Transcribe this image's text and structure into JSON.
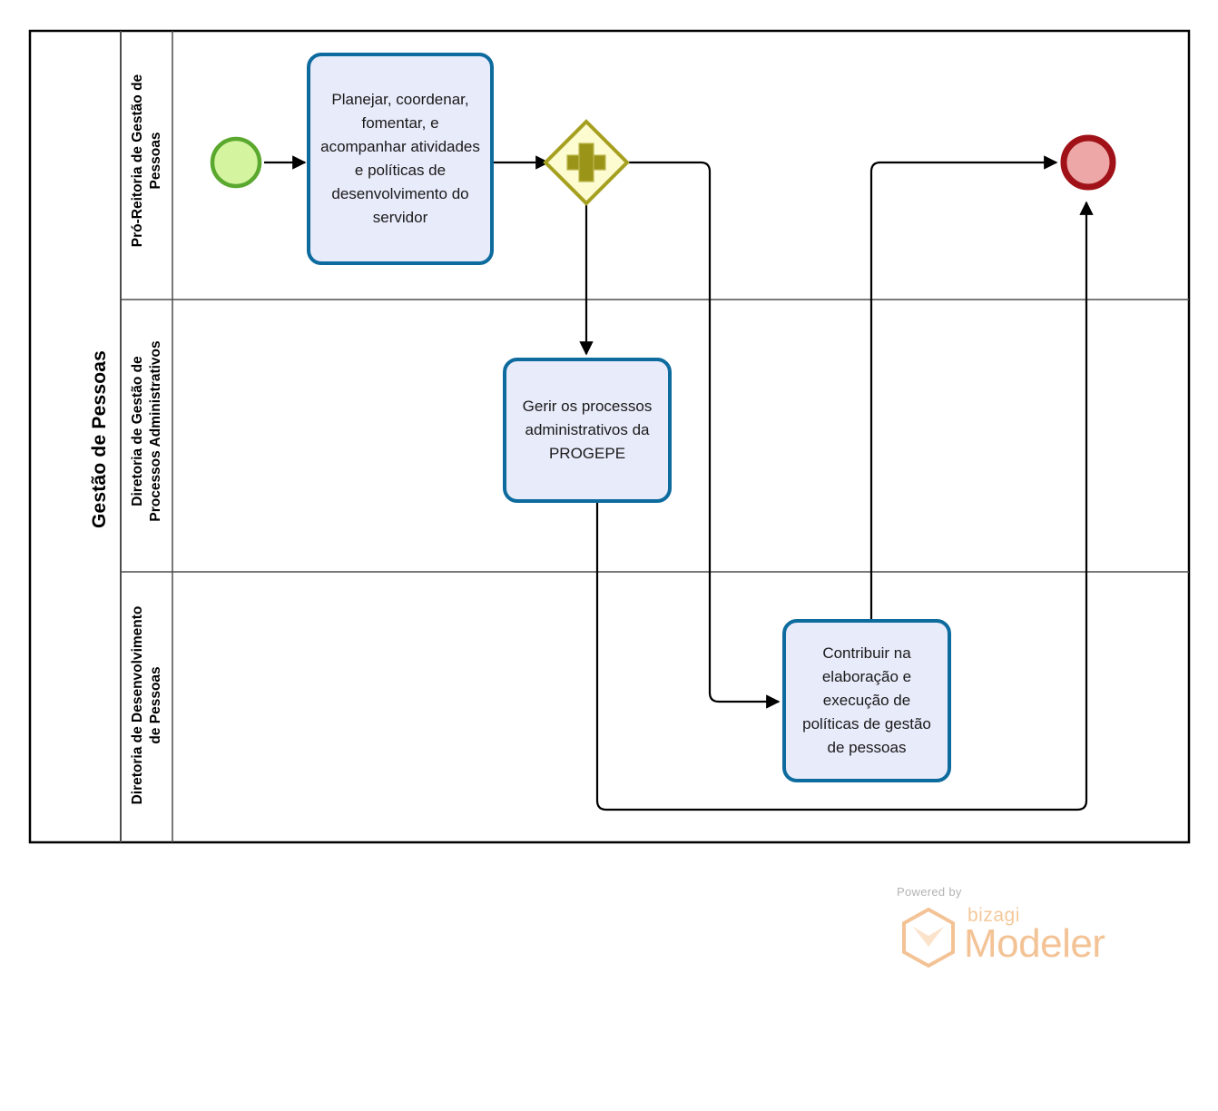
{
  "pool": {
    "title": "Gestão de Pessoas",
    "border_color": "#000000",
    "lane_divider_color": "#4d4d4d"
  },
  "lanes": [
    {
      "id": "lane-pro-reitoria",
      "label": "Pró-Reitoria de Gestão de\nPessoas"
    },
    {
      "id": "lane-gestao-processos",
      "label": "Diretoria de Gestão de\nProcessos Administrativos"
    },
    {
      "id": "lane-desenvolvimento",
      "label": "Diretoria de Desenvolvimento\nde Pessoas"
    }
  ],
  "events": [
    {
      "id": "start-event",
      "type": "start",
      "name": "",
      "fill": "#d4f4a0",
      "stroke": "#5aa82e"
    },
    {
      "id": "end-event",
      "type": "end",
      "name": "",
      "fill": "#eda7a7",
      "stroke": "#a01217"
    }
  ],
  "gateways": [
    {
      "id": "parallel-gateway",
      "type": "parallel",
      "symbol": "+",
      "name": "",
      "fill": "#fdfbd0",
      "stroke": "#a6a020",
      "marker_color": "#9a9418"
    }
  ],
  "tasks": [
    {
      "id": "task-planejar",
      "label": "Planejar, coordenar, fomentar, e acompanhar atividades e políticas de desenvolvimento do servidor",
      "lane": "lane-pro-reitoria",
      "fill": "#e8ebfa",
      "stroke": "#0d6b9e"
    },
    {
      "id": "task-gerir-processos",
      "label": "Gerir os processos administrativos da PROGEPE",
      "lane": "lane-gestao-processos",
      "fill": "#e8ebfa",
      "stroke": "#0d6b9e"
    },
    {
      "id": "task-contribuir",
      "label": "Contribuir na elaboração e execução de políticas de gestão de pessoas",
      "lane": "lane-desenvolvimento",
      "fill": "#e8ebfa",
      "stroke": "#0d6b9e"
    }
  ],
  "flows": [
    {
      "id": "flow-start-to-planejar",
      "from": "start-event",
      "to": "task-planejar",
      "label": ""
    },
    {
      "id": "flow-planejar-to-gateway",
      "from": "task-planejar",
      "to": "parallel-gateway",
      "label": ""
    },
    {
      "id": "flow-gateway-to-gerir",
      "from": "parallel-gateway",
      "to": "task-gerir-processos",
      "label": ""
    },
    {
      "id": "flow-gateway-to-contribuir",
      "from": "parallel-gateway",
      "to": "task-contribuir",
      "label": ""
    },
    {
      "id": "flow-contribuir-to-end",
      "from": "task-contribuir",
      "to": "end-event",
      "label": ""
    },
    {
      "id": "flow-gerir-to-end",
      "from": "task-gerir-processos",
      "to": "end-event",
      "label": ""
    }
  ],
  "watermark": {
    "powered_by": "Powered by",
    "brand": "bizagi",
    "product": "Modeler",
    "color": "#f3c396"
  }
}
